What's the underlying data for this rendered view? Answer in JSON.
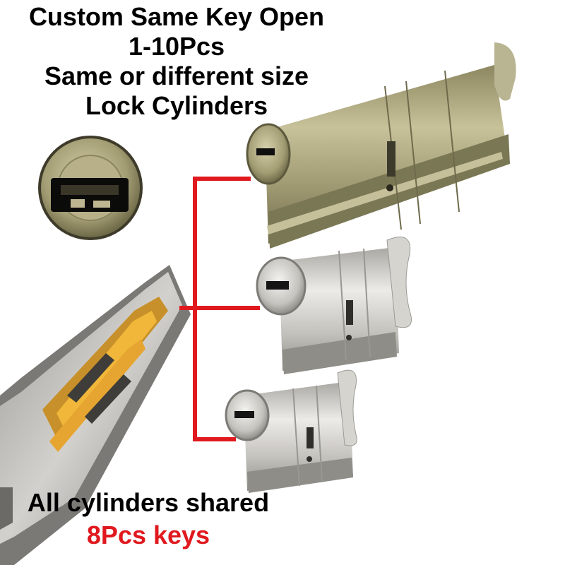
{
  "headline": {
    "line1": "Custom Same Key Open",
    "line2": "1-10Pcs",
    "line3": "Same or different size",
    "line4": "Lock Cylinders"
  },
  "footer": {
    "line1": "All cylinders shared",
    "line2": "8Pcs keys"
  },
  "colors": {
    "text": "#000000",
    "accent": "#e0191e",
    "connector": "#e0191e",
    "brass": "#a8a27a",
    "nickel": "#c9c7c2"
  },
  "icons": {
    "keyway_closeup": "cylinder-face-closeup",
    "key": "dimple-key",
    "cylinder_large": "long-brass-thumbturn-cylinder",
    "cylinder_medium": "nickel-thumbturn-cylinder",
    "cylinder_small": "short-nickel-thumbturn-cylinder"
  }
}
